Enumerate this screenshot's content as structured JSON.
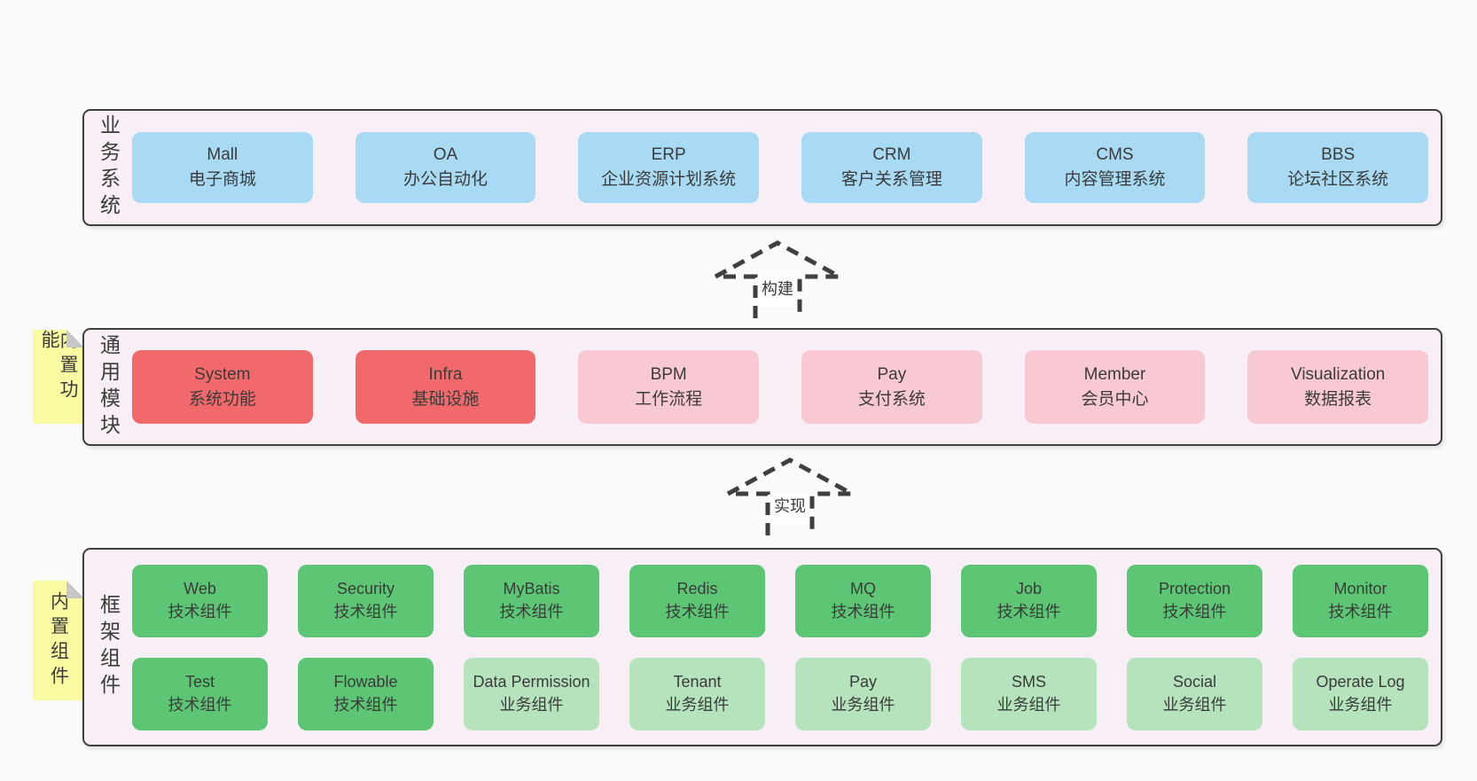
{
  "colors": {
    "blue": "#a9daf3",
    "red": "#f1696b",
    "pink": "#f9c9d3",
    "green": "#5cc674",
    "green-light": "#b5e3bc",
    "band_bg": "#f8eef6",
    "sticky_bg": "#fafaa2",
    "outline": "#3f3f3f"
  },
  "arrows": [
    {
      "label": "构建"
    },
    {
      "label": "实现"
    }
  ],
  "bands": [
    {
      "label": "业务系统",
      "sticky": null,
      "boxes": [
        {
          "name": "Mall",
          "desc": "电子商城",
          "variant": "blue"
        },
        {
          "name": "OA",
          "desc": "办公自动化",
          "variant": "blue"
        },
        {
          "name": "ERP",
          "desc": "企业资源计划系统",
          "variant": "blue"
        },
        {
          "name": "CRM",
          "desc": "客户关系管理",
          "variant": "blue"
        },
        {
          "name": "CMS",
          "desc": "内容管理系统",
          "variant": "blue"
        },
        {
          "name": "BBS",
          "desc": "论坛社区系统",
          "variant": "blue"
        }
      ]
    },
    {
      "label": "通用模块",
      "sticky": "内置功能",
      "boxes": [
        {
          "name": "System",
          "desc": "系统功能",
          "variant": "red"
        },
        {
          "name": "Infra",
          "desc": "基础设施",
          "variant": "red"
        },
        {
          "name": "BPM",
          "desc": "工作流程",
          "variant": "pink"
        },
        {
          "name": "Pay",
          "desc": "支付系统",
          "variant": "pink"
        },
        {
          "name": "Member",
          "desc": "会员中心",
          "variant": "pink"
        },
        {
          "name": "Visualization",
          "desc": "数据报表",
          "variant": "pink"
        }
      ]
    },
    {
      "label": "框架组件",
      "sticky": "内置组件",
      "boxes": [
        {
          "name": "Web",
          "desc": "技术组件",
          "variant": "green"
        },
        {
          "name": "Security",
          "desc": "技术组件",
          "variant": "green"
        },
        {
          "name": "MyBatis",
          "desc": "技术组件",
          "variant": "green"
        },
        {
          "name": "Redis",
          "desc": "技术组件",
          "variant": "green"
        },
        {
          "name": "MQ",
          "desc": "技术组件",
          "variant": "green"
        },
        {
          "name": "Job",
          "desc": "技术组件",
          "variant": "green"
        },
        {
          "name": "Protection",
          "desc": "技术组件",
          "variant": "green"
        },
        {
          "name": "Monitor",
          "desc": "技术组件",
          "variant": "green"
        },
        {
          "name": "Test",
          "desc": "技术组件",
          "variant": "green"
        },
        {
          "name": "Flowable",
          "desc": "技术组件",
          "variant": "green"
        },
        {
          "name": "Data Permission",
          "desc": "业务组件",
          "variant": "green-light"
        },
        {
          "name": "Tenant",
          "desc": "业务组件",
          "variant": "green-light"
        },
        {
          "name": "Pay",
          "desc": "业务组件",
          "variant": "green-light"
        },
        {
          "name": "SMS",
          "desc": "业务组件",
          "variant": "green-light"
        },
        {
          "name": "Social",
          "desc": "业务组件",
          "variant": "green-light"
        },
        {
          "name": "Operate Log",
          "desc": "业务组件",
          "variant": "green-light"
        }
      ]
    }
  ]
}
